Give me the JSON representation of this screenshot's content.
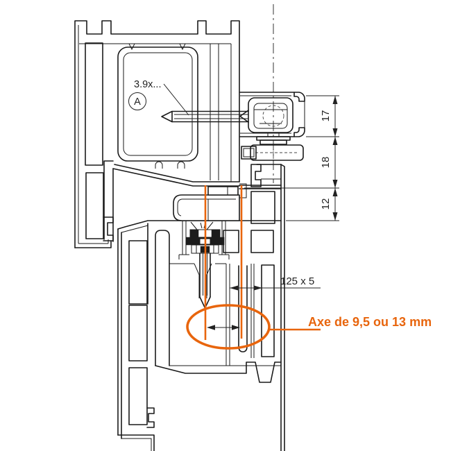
{
  "meta": {
    "description": "Technical cross-section drawing of sliding window profile with roller carriage and adjustment spindle",
    "background": "#ffffff",
    "line_color": "#1a1a1a",
    "accent_color": "#e8650d"
  },
  "callouts": {
    "screw_label": "3.9x...",
    "detail_marker": "A",
    "axis_note": "Axe de 9,5 ou 13 mm"
  },
  "dimensions": {
    "track_height": "17",
    "mid_gap": "18",
    "lower_offset": "12",
    "rail_size": "125 x 5"
  }
}
